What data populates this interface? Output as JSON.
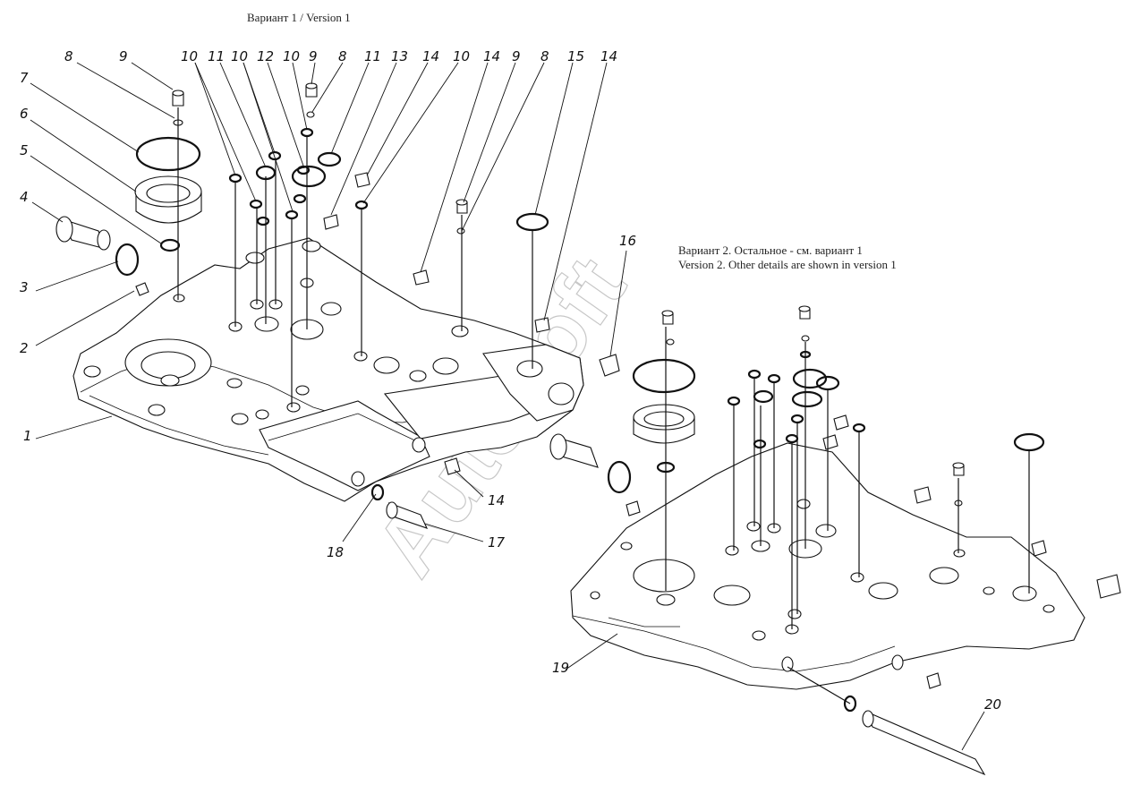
{
  "titles": {
    "variant1": "Вариант 1 / Version 1",
    "variant2_line1": "Вариант 2. Остальное - см. вариант 1",
    "variant2_line2": "Version 2. Other details are shown in version 1"
  },
  "callouts": {
    "c8a": "8",
    "c9a": "9",
    "c10a": "10",
    "c11a": "11",
    "c10b": "10",
    "c12": "12",
    "c10c": "10",
    "c9b": "9",
    "c8b": "8",
    "c11b": "11",
    "c13": "13",
    "c14a": "14",
    "c10d": "10",
    "c14b": "14",
    "c9c": "9",
    "c8c": "8",
    "c15": "15",
    "c14c": "14",
    "c7": "7",
    "c6": "6",
    "c5": "5",
    "c4": "4",
    "c3": "3",
    "c2": "2",
    "c1": "1",
    "c16": "16",
    "c14d": "14",
    "c17": "17",
    "c18": "18",
    "c19": "19",
    "c20": "20"
  },
  "watermark": "AutoSoft"
}
